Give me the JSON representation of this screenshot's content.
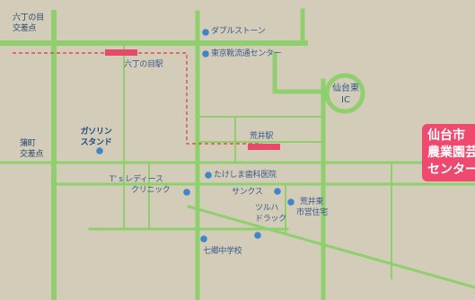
{
  "colors": {
    "background": "#d3ccb9",
    "road": "#8fcf6e",
    "station": "#e64a6a",
    "poi": "#3f86c8",
    "route": "#e03a3a",
    "destination": "#ee4a6f"
  },
  "labels": {
    "rokuchome_intersection": [
      "六丁の目",
      "交差点"
    ],
    "daburu_stone": "ダブルストーン",
    "tokyo_kanryutsu": "東京靴流通センター",
    "rokuchome_station": "六丁の目駅",
    "sendai_higashi_ic": [
      "仙台東",
      "IC"
    ],
    "arai_station": "荒井駅",
    "gasoline_stand": [
      "ガソリン",
      "スタンド"
    ],
    "kabamachi_intersection": [
      "蒲町",
      "交差点"
    ],
    "ts_ladies_clinic": [
      "T’ s レディース",
      "クリニック"
    ],
    "takeshima_dental": "たけしま歯科医院",
    "sunkus": "サンクス",
    "arai_higashi_housing": [
      "荒井東",
      "市営住宅"
    ],
    "tsuruha_drug": [
      "ツルハ",
      "ドラック"
    ],
    "shichigo_junior_high": "七郷中学校"
  },
  "destination": {
    "lines": [
      "仙台市",
      "農業園芸",
      "センター"
    ]
  }
}
